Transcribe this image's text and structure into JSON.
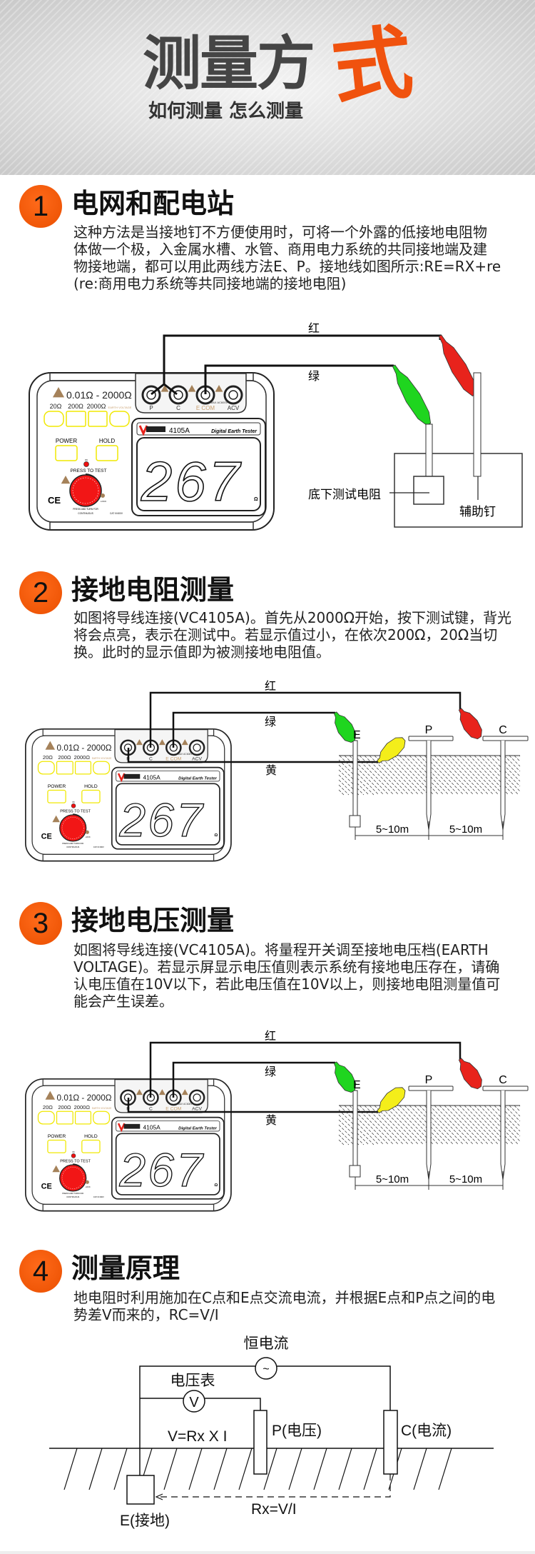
{
  "header": {
    "title_main": "测量方",
    "title_accent": "式",
    "subtitle": "如何测量  怎么测量"
  },
  "sections": [
    {
      "number": "1",
      "title": "电网和配电站",
      "body": [
        "这种方法是当接地钉不方便使用时，可将一个外露的低接地电阻物",
        "体做一个极，入金属水槽、水管、商用电力系统的共同接地端及建",
        "物接地端，都可以用此两线方法E、P。接地线如图所示:RE=RX+re",
        "(re:商用电力系统等共同接地端的接地电阻)"
      ]
    },
    {
      "number": "2",
      "title": "接地电阻测量",
      "body": [
        "如图将导线连接(VC4105A)。首先从2000Ω开始，按下测试键，背光",
        "将会点亮，表示在测试中。若显示值过小，在依次200Ω，20Ω当切",
        "换。此时的显示值即为被测接地电阻值。"
      ]
    },
    {
      "number": "3",
      "title": "接地电压测量",
      "body": [
        "如图将导线连接(VC4105A)。将量程开关调至接地电压档(EARTH",
        "VOLTAGE)。若显示屏显示电压值则表示系统有接地电压存在，请确",
        "认电压值在10V以下，若此电压值在10V以上，则接地电阻测量值可",
        "能会产生误差。"
      ]
    },
    {
      "number": "4",
      "title": "测量原理",
      "body": [
        "地电阻时利用施加在C点和E点交流电流，并根据E点和P点之间的电",
        "势差V而来的，RC=V/I"
      ]
    }
  ],
  "device": {
    "range": "0.01Ω - 2000Ω",
    "ranges": [
      "20Ω",
      "200Ω",
      "2000Ω",
      "EARTH VOLTAGE"
    ],
    "terminals": [
      "P",
      "C",
      "E COM",
      "ACV"
    ],
    "max": "MAX AC600V",
    "power": "POWER",
    "hold": "HOLD",
    "ok": "OK",
    "press": "PRESS  TO TEST",
    "turn": "PRESS AND TURN FOR",
    "continuous": "CONTINUOUS",
    "lock": "LOCK",
    "cat": "CAT III 600V",
    "ce": "CE",
    "model": "4105A",
    "product": "Digital Earth Tester",
    "reading": "267",
    "unit": "Ω"
  },
  "diagram1": {
    "red": "红",
    "green": "绿",
    "electrode": "底下测试电阻",
    "aux": "辅助钉"
  },
  "diagram2": {
    "red": "红",
    "green": "绿",
    "yellow": "黄",
    "e": "E",
    "p": "P",
    "c": "C",
    "dist1": "5~10m",
    "dist2": "5~10m"
  },
  "diagram3": {
    "red": "红",
    "green": "绿",
    "yellow": "黄",
    "e": "E",
    "p": "P",
    "c": "C",
    "dist1": "5~10m",
    "dist2": "5~10m"
  },
  "diagram4": {
    "source": "恒电流",
    "source_symbol": "~",
    "meter": "电压表",
    "meter_symbol": "V",
    "formula_v": "V=Rx X I",
    "p_label": "P(电压)",
    "c_label": "C(电流)",
    "formula_rx": "Rx=V/I",
    "e_label": "E(接地)"
  },
  "colors": {
    "accent": "#f0520e",
    "red_clip": "#e8231c",
    "green_clip": "#1fd51f",
    "yellow_clip": "#f4ee1a",
    "panel_brown": "#a5825a"
  }
}
